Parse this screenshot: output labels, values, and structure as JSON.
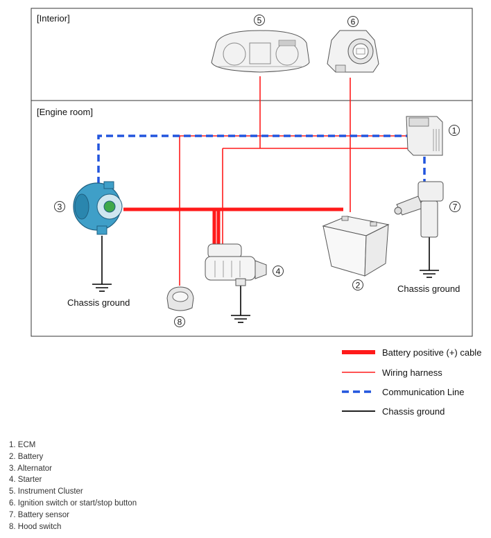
{
  "panels": {
    "interior": "[Interior]",
    "engine_room": "[Engine room]"
  },
  "callouts": {
    "ecm": "1",
    "battery": "2",
    "alternator": "3",
    "starter": "4",
    "cluster": "5",
    "ignition": "6",
    "sensor": "7",
    "hood": "8"
  },
  "ground_labels": {
    "alternator": "Chassis ground",
    "sensor": "Chassis ground"
  },
  "legend": [
    {
      "id": "battery-cable",
      "label": "Battery positive (+) cable",
      "color": "#ff1a1a",
      "style": "thick"
    },
    {
      "id": "wiring-harness",
      "label": "Wiring harness",
      "color": "#ff1a1a",
      "style": "thin"
    },
    {
      "id": "communication-line",
      "label": "Communication Line",
      "color": "#2255dd",
      "style": "dashed"
    },
    {
      "id": "chassis-ground",
      "label": "Chassis ground",
      "color": "#000000",
      "style": "solid"
    }
  ],
  "parts": [
    "1. ECM",
    "2. Battery",
    "3. Alternator",
    "4. Starter",
    "5. Instrument Cluster",
    "6. Ignition switch or start/stop button",
    "7. Battery sensor",
    "8. Hood switch"
  ]
}
